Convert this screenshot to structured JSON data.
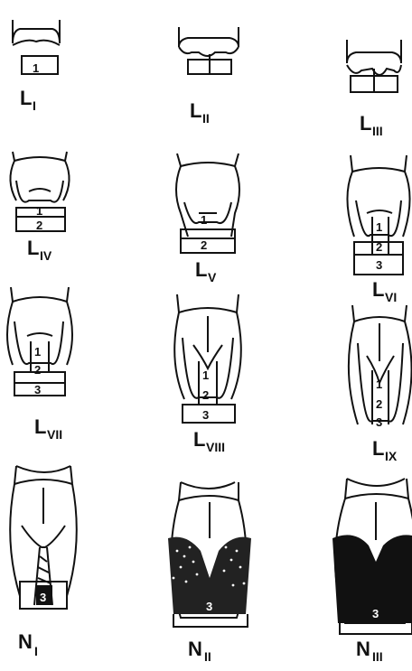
{
  "figures": [
    {
      "letter": "L",
      "roman": "I",
      "numbers": [
        "1"
      ]
    },
    {
      "letter": "L",
      "roman": "II",
      "numbers": []
    },
    {
      "letter": "L",
      "roman": "III",
      "numbers": []
    },
    {
      "letter": "L",
      "roman": "IV",
      "numbers": [
        "1",
        "2"
      ]
    },
    {
      "letter": "L",
      "roman": "V",
      "numbers": [
        "1",
        "2"
      ]
    },
    {
      "letter": "L",
      "roman": "VI",
      "numbers": [
        "1",
        "2",
        "3"
      ]
    },
    {
      "letter": "L",
      "roman": "VII",
      "numbers": [
        "1",
        "2",
        "3"
      ]
    },
    {
      "letter": "L",
      "roman": "VIII",
      "numbers": [
        "1",
        "2",
        "3"
      ]
    },
    {
      "letter": "L",
      "roman": "IX",
      "numbers": [
        "1",
        "2",
        "3"
      ]
    },
    {
      "letter": "N",
      "roman": "I",
      "numbers": [
        "3"
      ]
    },
    {
      "letter": "N",
      "roman": "II",
      "numbers": [
        "3"
      ]
    },
    {
      "letter": "N",
      "roman": "III",
      "numbers": [
        "3"
      ]
    }
  ],
  "colors": {
    "ink": "#111111",
    "paper": "#ffffff"
  }
}
